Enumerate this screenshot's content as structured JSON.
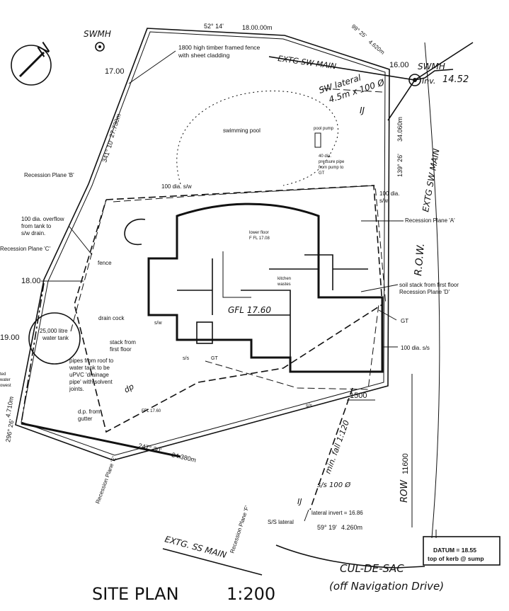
{
  "title": "SITE PLAN",
  "scale": "1:200",
  "north": "N",
  "boundary": {
    "top_bearing": "52° 14'",
    "top_length": "18.00.00m",
    "ne_bearing": "99° 25'",
    "ne_length": "4.620m",
    "west_bearing": "341° 10'",
    "west_length": "27.730m",
    "east_bearing": "139° 26'",
    "east_length": "34.060m",
    "south_bearing": "247° 30'",
    "south_length": "24.380m",
    "sw_bearing": "296° 26'",
    "sw_length": "4.710m",
    "se_bearing": "59° 19'",
    "se_length": "4.260m"
  },
  "levels": {
    "nw": "17.00",
    "ne": "16.00",
    "west": "18.00",
    "sw": "19.00",
    "swmh_level": "14.52"
  },
  "handwritten": {
    "swmh_nw": "SWMH",
    "swmh_ne": "SWMH",
    "inv": "Inv.",
    "exist_sw_main_top": "EXTG SW MAIN",
    "sw_lateral": "SW lateral",
    "sw_lateral_spec": "4.5m x 100 Ø",
    "ij_top": "IJ",
    "exist_sw_main_right": "EXTG SW MAIN",
    "row": "R.O.W.",
    "gfl": "GFL 17.60",
    "dp": "dp",
    "row_bottom": "ROW",
    "min_fall": "min. fall 1:120",
    "ss_100": "s/s 100 Ø",
    "ij_bottom": "IJ",
    "exist_ss_main": "EXTG. SS MAIN",
    "cul_de_sac": "CUL-DE-SAC",
    "navigation": "(off Navigation Drive)"
  },
  "labels": {
    "fence_note": "1800 high timber framed fence\nwith sheet cladding",
    "swimming_pool": "swimming pool",
    "pool_pump": "pool pump",
    "pressure_pipe": "40 dia.\npressure pipe\nfrom pump to\nGT",
    "sw_100_top": "100 dia. s/w",
    "sw_100_right": "100 dia.\ns/w",
    "recession_b": "Recession Plane 'B'",
    "recession_a": "Recession Plane  'A'",
    "recession_c": "Recession Plane 'C'",
    "recession_d": "Recession Plane  'D'",
    "recession_e": "Recession Plane 'E'",
    "recession_f": "Recession Plane  'F'",
    "overflow": "100 dia. overflow\nfrom tank to\ns/w drain.",
    "fence": "fence",
    "lower_floor": "lower floor\nF FL 17.08",
    "kitchen_wastes": "kitchen\nwastes",
    "soil_stack": "soil stack from first floor",
    "gt": "GT",
    "drain_cock": "drain cock",
    "tank": "25,000 litre\nwater tank",
    "stack_first": "stack from\nfirst floor",
    "pipes_note": "pipes from roof to\nwater tank to be\nuPVC 'drainage\npipe' with solvent\njoints.",
    "dp_gutter": "d.p. from\ngutter",
    "ffl": "FFL 17.60",
    "ss_100": "100 dia. s/s",
    "dim_1500": "1500",
    "dim_11600": "11600",
    "ss": "s/s",
    "sw": "s/w",
    "lateral_invert": "lateral invert = 16.86",
    "ss_lateral": "S/S lateral",
    "datum": "DATUM = 18.55",
    "datum_sub": "top of kerb @ sump",
    "left_cut": "ted\nwater\nowest"
  },
  "colors": {
    "ink": "#111111",
    "paper": "#ffffff"
  }
}
